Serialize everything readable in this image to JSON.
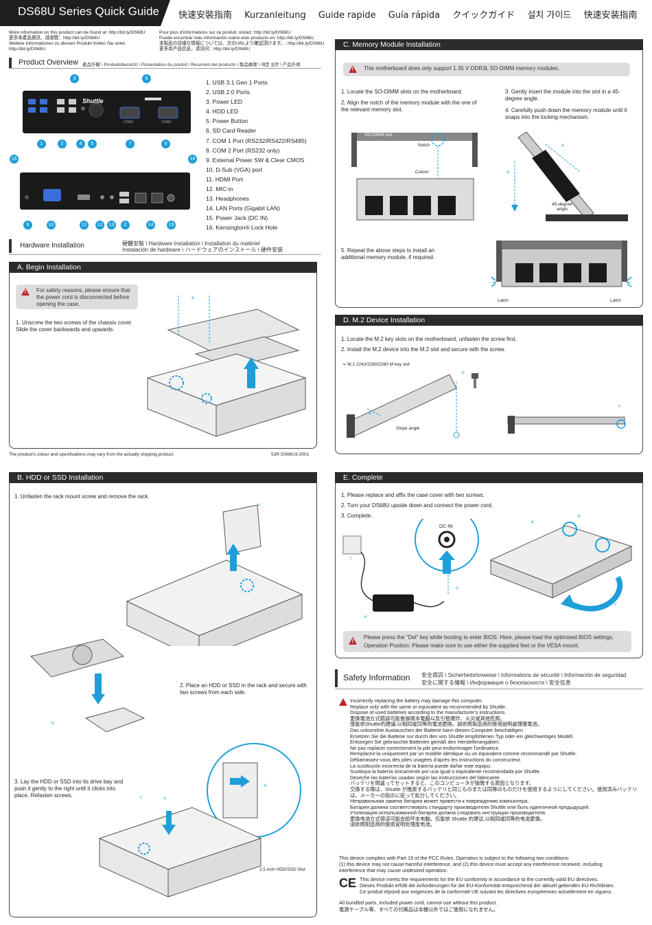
{
  "header": {
    "title": "DS68U Series Quick Guide",
    "languages": [
      "快速安裝指南",
      "Kurzanleitung",
      "Guide rapide",
      "Guía rápida",
      "クイックガイド",
      "설치 가이드",
      "快速安装指南"
    ]
  },
  "info": {
    "left": [
      "More information on this product can be found at: http://bit.ly/DS68U",
      "更多本產品資訊，請瀏覽：http://bit.ly/DS68U",
      "Weitere Informationen zu diesem Produkt finden Sie unter:",
      "http://bit.ly/DS68U"
    ],
    "right": [
      "Pour plus d'informations sur ce produit, visitez: http://bit.ly/DS68U",
      "Puede encontrar más información sobre este producto en: http://bit.ly/DS68U",
      "本製品の詳細な情報については、次のURLより確認頂けます。: http://bit.ly/DS68U",
      "更多本产品信息，请访问：http://bit.ly/DS68U"
    ]
  },
  "overview": {
    "title": "Product Overview",
    "subtitle": "產品外觀 \\ Produktübersicht \\ Présentation du produit \\ Resumen del producto \\ 製品概要 \\ 제품 설명 \\ 产品外观",
    "brand": "Shuttle",
    "items": [
      "1. USB 3.1 Gen 1 Ports",
      "2. USB 2.0 Ports",
      "3. Power LED",
      "4. HDD LED",
      "5. Power Button",
      "6. SD Card Reader",
      "7. COM 1 Port (RS232/RS422/RS485)",
      "8. COM 2 Port (RS232 only)",
      "9. External Power SW & Clear CMOS",
      "10. D-Sub (VGA) port",
      "11. HDMI Port",
      "12. MIC-in",
      "13. Headphones",
      "14. LAN Ports (Gigabit LAN)",
      "15. Power Jack (DC IN)",
      "16. Kensington® Lock Hole"
    ],
    "front_markers": [
      "1",
      "2",
      "4",
      "5",
      "7",
      "8"
    ],
    "front_top_markers": [
      "3",
      "6"
    ],
    "back_markers": [
      "9",
      "10",
      "11",
      "12",
      "13",
      "2",
      "14",
      "15"
    ],
    "side_markers": [
      "16",
      "16"
    ],
    "com_labels": [
      "COM1",
      "COM2"
    ]
  },
  "hardware": {
    "title": "Hardware Installation",
    "sub1": "硬體安裝 \\ Hardware Installation \\ Installation du matériel",
    "sub2": "Instalación de hardware \\ ハードウェアのインストール \\ 硬件安装"
  },
  "secA": {
    "title": "A. Begin Installation",
    "warning": "For safety reasons, please ensure that the power cord is disconnected before opening the case.",
    "step1": "1. Unscrew the two screws of the chassis cover. Slide the cover backwards and upwards.",
    "labels": [
      "a",
      "b"
    ]
  },
  "footer": {
    "note": "The product's colour and specifications may vary from the actually shipping product.",
    "code": "53R-DS68U3-2001"
  },
  "secB": {
    "title": "B. HDD or SSD Installation",
    "step1": "1. Unfasten the rack mount screw and remove the rack.",
    "step2": "2. Place an HDD or SSD in the rack and secure with two screws from each side.",
    "step3": "3. Lay the HDD or SSD into its drive bay and push it gently to the right until it clicks into place. Refasten screws.",
    "caption": "2.5 inch HDD/SSD Slot",
    "labels": [
      "a",
      "b",
      "a",
      "b",
      "a",
      "b",
      "c"
    ]
  },
  "secC": {
    "title": "C. Memory Module Installation",
    "warning": "This motherboard does only support 1.35 V DDR3L SO-DIMM memory modules.",
    "step1": "1. Locate the SO-DIMM slots on the motherboard.",
    "step2": "2. Align the notch of the memory module with the one of the relevant memory slot.",
    "step3": "3. Gently insert the module into the slot in a 45-degree angle.",
    "step4": "4. Carefully push down the memory module until it snaps into the locking mechanism.",
    "step5": "5. Repeat the above steps to install an additional memory module, if required.",
    "slot": "SO-DIMM slot",
    "notch": "Notch",
    "cutout": "Cutout",
    "angle": "45-degree angle",
    "latch": "Latch",
    "labels": [
      "a",
      "b"
    ]
  },
  "secD": {
    "title": "D. M.2 Device Installation",
    "step1": "1. Locate the M.2 key slots on the motherboard, unfasten the screw first.",
    "step2": "2. Install the M.2 device into the M.2 slot and secure with the screw.",
    "slot": "➢  M.2 2242/2260/2280 M key slot",
    "slope": "Slope angle",
    "labels": [
      "a",
      "b",
      "c"
    ]
  },
  "secE": {
    "title": "E. Complete",
    "step1": "1. Please replace and affix the case cover with two screws.",
    "step2": "2. Turn your DS68U upside down and connect the power cord.",
    "step3": "3. Complete.",
    "dcin": "DC-IN",
    "warning1": "Please press the \"Del\" key while booting to enter BIOS. Here, please load the optimised BIOS settings.",
    "warning2": "Operation Position: Please make sure to use either the supplied feet or the VESA mount.",
    "labels": [
      "a",
      "b",
      "c",
      "d",
      "e",
      "f"
    ]
  },
  "safety": {
    "title": "Safety Information",
    "sub1": "安全資訊 \\ Sicherheitshinweise \\ Informations de sécurité \\ Información de seguridad",
    "sub2": "安全に関する情報 \\ Информация о безопасности \\ 安全信息",
    "lines": [
      "Incorrectly replacing the battery may damage this computer.",
      "Replace only with the same or equivalent as recommended by Shuttle.",
      "Dispose of used batteries according to the manufacturer's instructions.",
      "更換電池方式錯誤可能會損壞本電腦以及引發爆炸、火災或其他危險。",
      "僅能依Shuttle的建議,以相同或同等的電池更換。請依照製造商的使用說明處理廢電池。",
      "Das unkorrekte Austauschen der Batterie kann diesen Computer beschädigen.",
      "Ersetzen Sie die Batterie nur durch den von Shuttle empfohlenen Typ oder ein gleichwertiges Modell.",
      "Entsorgen Sie gebrauchte Batterien gemäß den Herstellerangaben.",
      "Ne pas replacer correctement la pile peut endommager l'ordinateur.",
      "Remplacez-la uniquement par un modèle identique ou un équivalent comme recommandé par Shuttle.",
      "Débarrassez-vous des piles usagées d'après les instructions du constructeur.",
      "La sustitución incorrecta de la batería puede dañar este equipo.",
      "Sustituya la batería únicamente por una igual o equivalente recomendada por Shuttle.",
      "Deseche las baterías usadas según las instrucciones del fabricante.",
      "バッテリを間違ってセットすると、このコンピュータが損傷する原因となります。",
      "交換する際は、Shuttle が推奨するバッテリと同じものまたは同等のものだけを使用するようにしてください。使用済みバッテリは、メーカーの指示に従って処分してください。",
      "Неправильная замена батареи может привести к повреждению компьютера.",
      "Батарея должна соответствовать стандарту производителя Shuttle или быть идентичной предыдущей.",
      "Утилизация использованной батареи должна следовать инструкции производителя.",
      "更换电池方式错误可能会损坏本电脑。仅能依 Shuttle 的建议,以相同或同等的电池更换。",
      "请依照制造商的使用说明处理废电池。"
    ],
    "fcc": [
      "This device complies with Part 15 of the FCC Rules. Operation is subject to the following two conditions:",
      "(1) this device may not cause harmful interference, and (2) this device must accept any interference received, including",
      "interference that may cause undesired operation."
    ],
    "ce": [
      "This device meets the requirements for the EU conformity in accordance to the currently valid EU directives.",
      "Dieses Produkt erfüllt die Anforderungen für die EU-Konformität entsprechend der aktuell geltenden EU-Richtlinien.",
      "Ce produit répond aux exigences de la conformité UE suivant les directives européennes actuellement en vigueur."
    ],
    "ce_mark": "CE",
    "bundle": [
      "All bundled parts, included power cord, cannot use without this product.",
      "電源ケーブル等、すべての付属品は本機以外ではご使用になれません。"
    ]
  }
}
